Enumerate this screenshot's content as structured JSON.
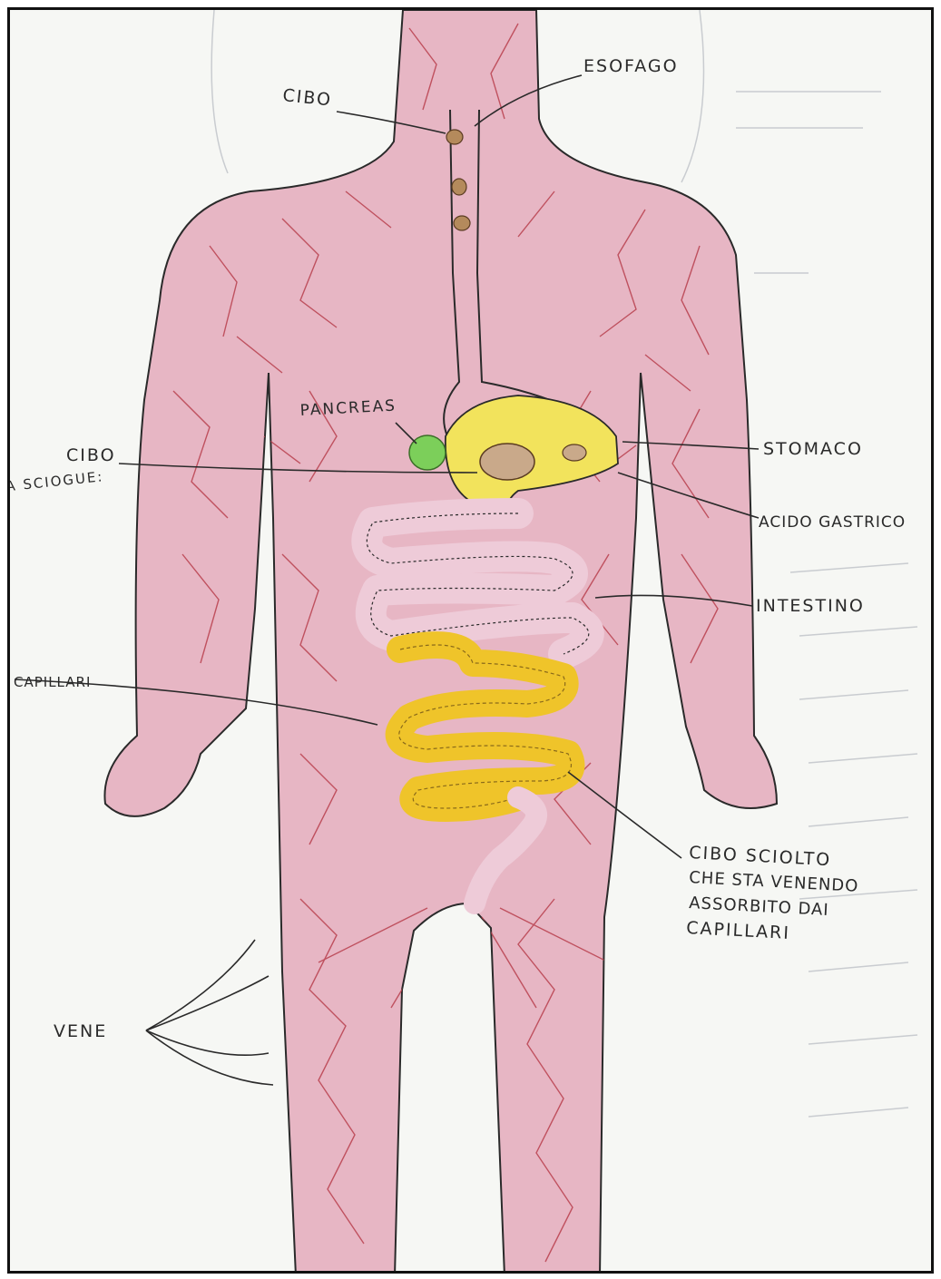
{
  "diagram": {
    "labels": {
      "cibo_top": "CIBO",
      "esofago": "ESOFAGO",
      "pancreas": "PANCREAS",
      "cibo_mid": "CIBO",
      "si_sciogue": "A SCIOGUE:",
      "stomaco": "STOMACO",
      "acido_gastrico": "ACIDO GASTRICO",
      "intestino": "INTESTINO",
      "capillari": "CAPILLARI",
      "cibo_sciolto": [
        "CIBO SCIOLTO",
        "CHE STA VENENDO",
        "ASSORBITO DAI",
        "CAPILLARI"
      ],
      "vene": "VENE"
    },
    "colors": {
      "skin": "#e7b6c4",
      "veins": "#b8404e",
      "outline": "#2a2a2a",
      "pancreas": "#7ccf5a",
      "stomach_acid": "#f2e35c",
      "intestine_pale": "#eecbd8",
      "intestine_yellow": "#efc42a",
      "food": "#b48a5c"
    }
  }
}
